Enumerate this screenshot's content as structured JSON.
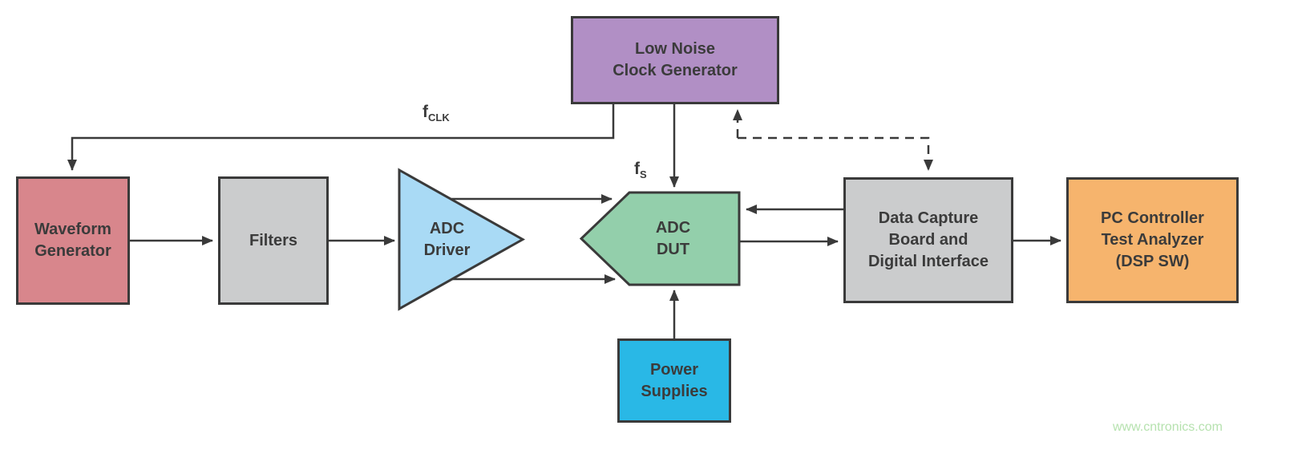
{
  "diagram": {
    "blocks": {
      "clock_generator": {
        "label": "Low Noise\nClock Generator"
      },
      "waveform_generator": {
        "label": "Waveform\nGenerator"
      },
      "filters": {
        "label": "Filters"
      },
      "adc_driver": {
        "label": "ADC\nDriver"
      },
      "adc_dut": {
        "label": "ADC\nDUT"
      },
      "data_capture": {
        "label": "Data Capture\nBoard and\nDigital Interface"
      },
      "pc_controller": {
        "label": "PC Controller\nTest Analyzer\n(DSP SW)"
      },
      "power_supplies": {
        "label": "Power\nSupplies"
      }
    },
    "signal_labels": {
      "fclk": {
        "base": "f",
        "sub": "CLK"
      },
      "fs": {
        "base": "f",
        "sub": "S"
      }
    },
    "watermark": "www.cntronics.com",
    "colors": {
      "clock_generator": "#b18fc5",
      "waveform_generator": "#d8868c",
      "filters": "#cbcccd",
      "adc_driver": "#a9daf5",
      "adc_dut": "#93cfab",
      "data_capture": "#cbcccd",
      "pc_controller": "#f6b46d",
      "power_supplies": "#29b8e6",
      "line": "#3a3a3a",
      "watermark": "#b6e2af",
      "background": "#ffffff"
    }
  }
}
